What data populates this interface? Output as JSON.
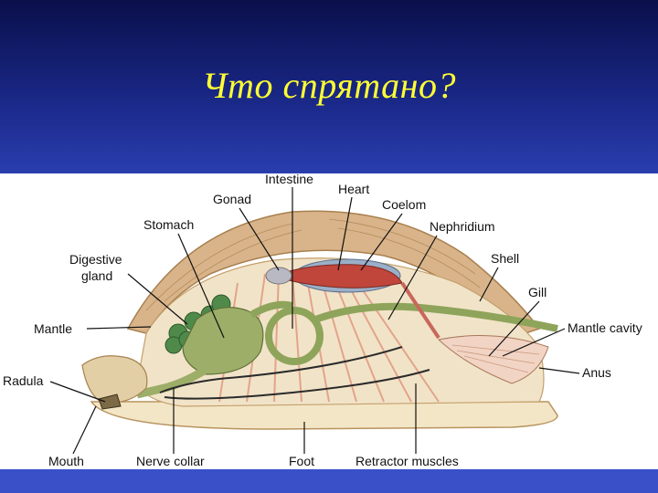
{
  "slide": {
    "title": "Что спрятано?"
  },
  "diagram": {
    "labels": {
      "intestine": "Intestine",
      "heart": "Heart",
      "gonad": "Gonad",
      "coelom": "Coelom",
      "stomach": "Stomach",
      "nephridium": "Nephridium",
      "digestive_gland_1": "Digestive",
      "digestive_gland_2": "gland",
      "shell": "Shell",
      "gill": "Gill",
      "mantle": "Mantle",
      "mantle_cavity": "Mantle cavity",
      "radula": "Radula",
      "anus": "Anus",
      "mouth": "Mouth",
      "nerve_collar": "Nerve collar",
      "foot": "Foot",
      "retractor_muscles": "Retractor muscles"
    },
    "colors": {
      "shell": "#d9b48a",
      "mantle": "#eadcc0",
      "muscle": "#e9a78f",
      "gut": "#9cae68",
      "heart": "#c0453a",
      "nerve": "#2a2a2a",
      "gland": "#4f8a4a"
    }
  }
}
